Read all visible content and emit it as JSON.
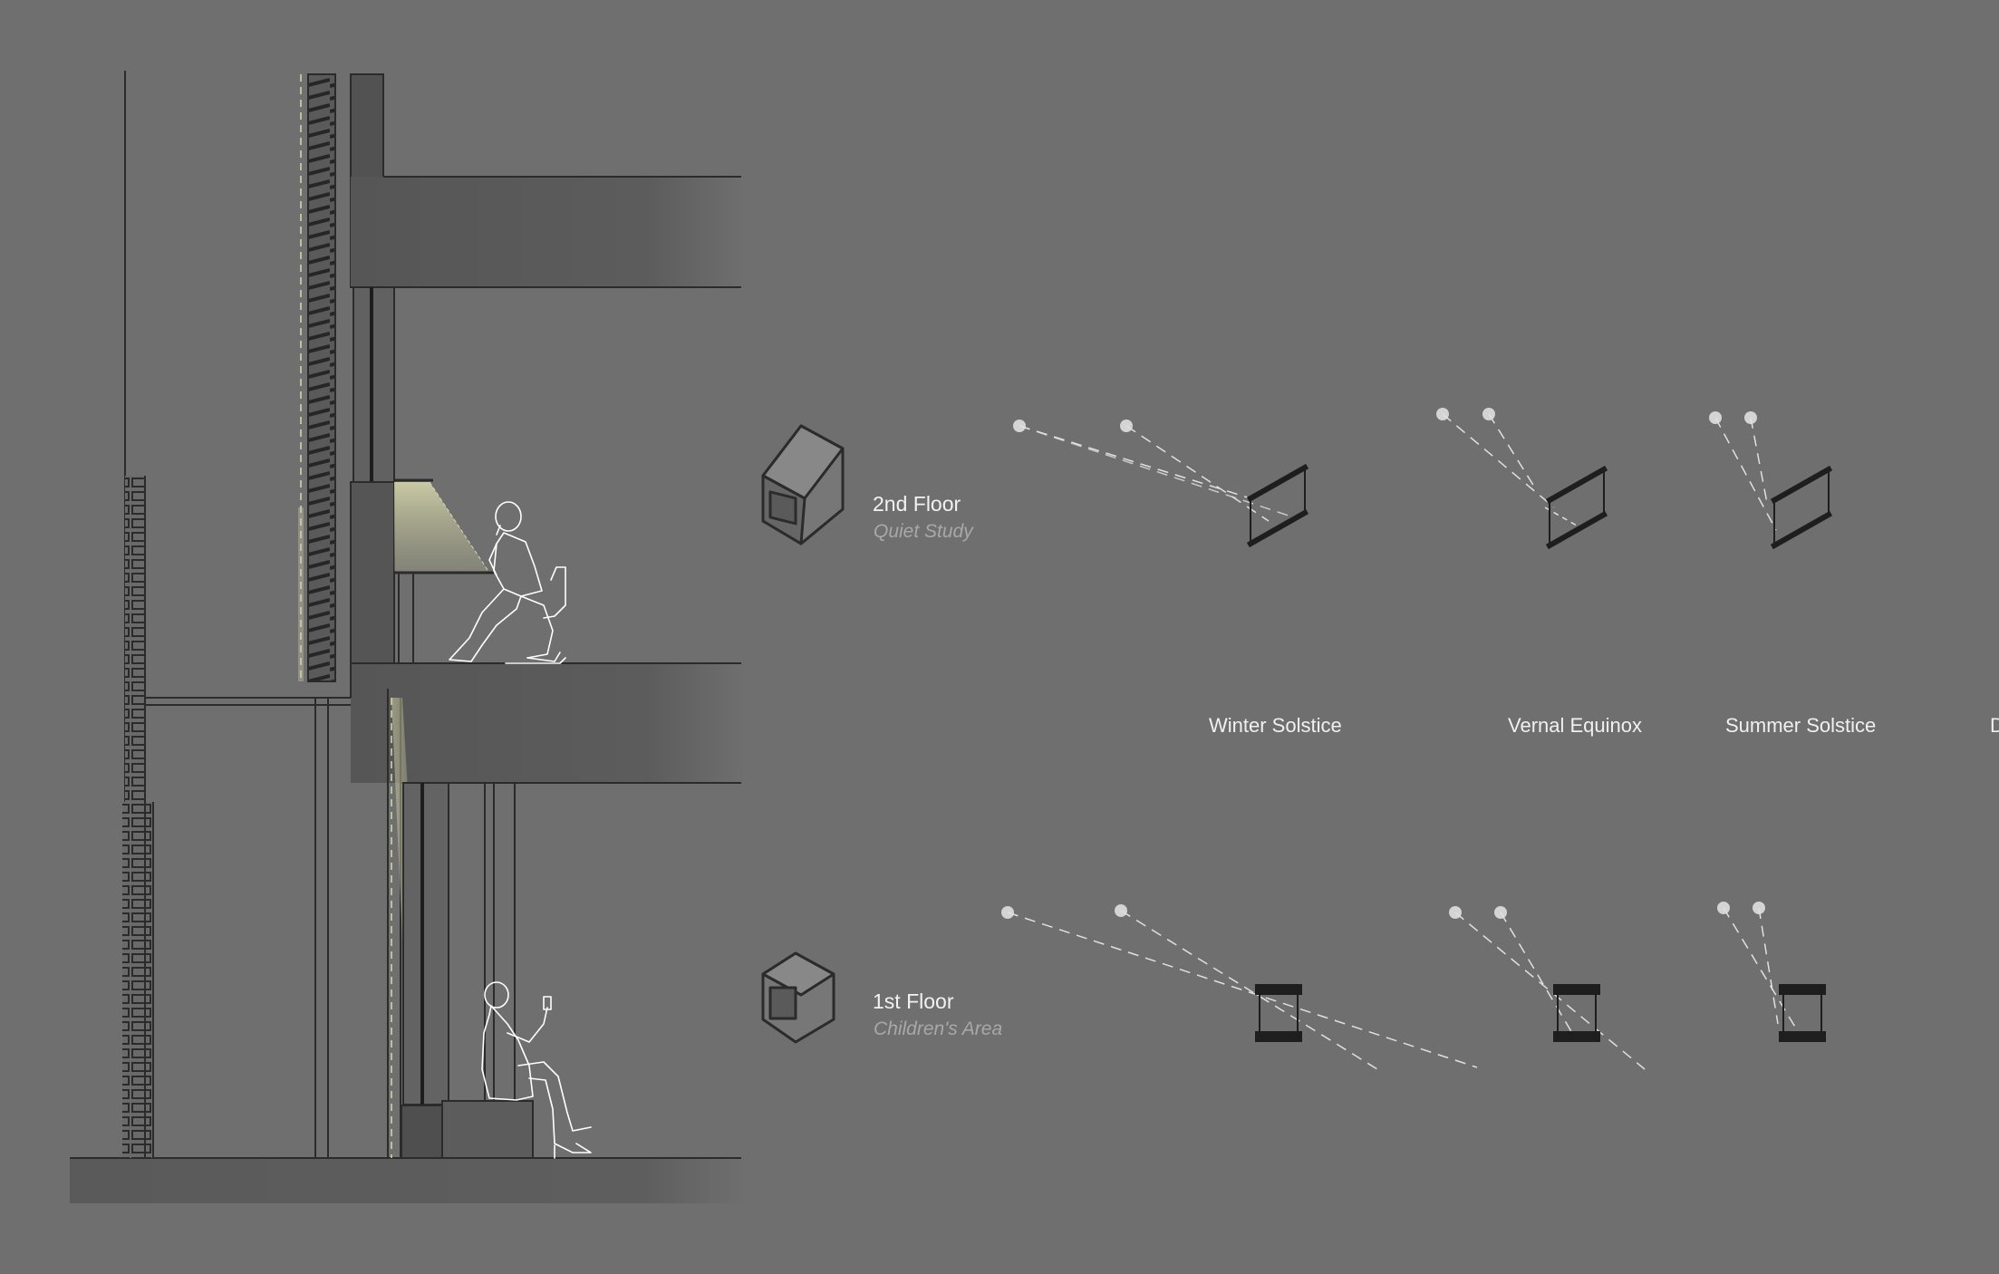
{
  "floors": [
    {
      "title": "2nd Floor",
      "subtitle": "Quiet Study"
    },
    {
      "title": "1st Floor",
      "subtitle": "Children's Area"
    }
  ],
  "seasons": [
    "Winter Solstice",
    "Vernal Equinox",
    "Summer Solstice",
    "D"
  ],
  "colors": {
    "background": "#6f6f6f",
    "linework": "#2b2b2b",
    "figure_outline": "#ffffff",
    "light_glow": "#d8d8a8",
    "sun": "#d4d4d4"
  }
}
